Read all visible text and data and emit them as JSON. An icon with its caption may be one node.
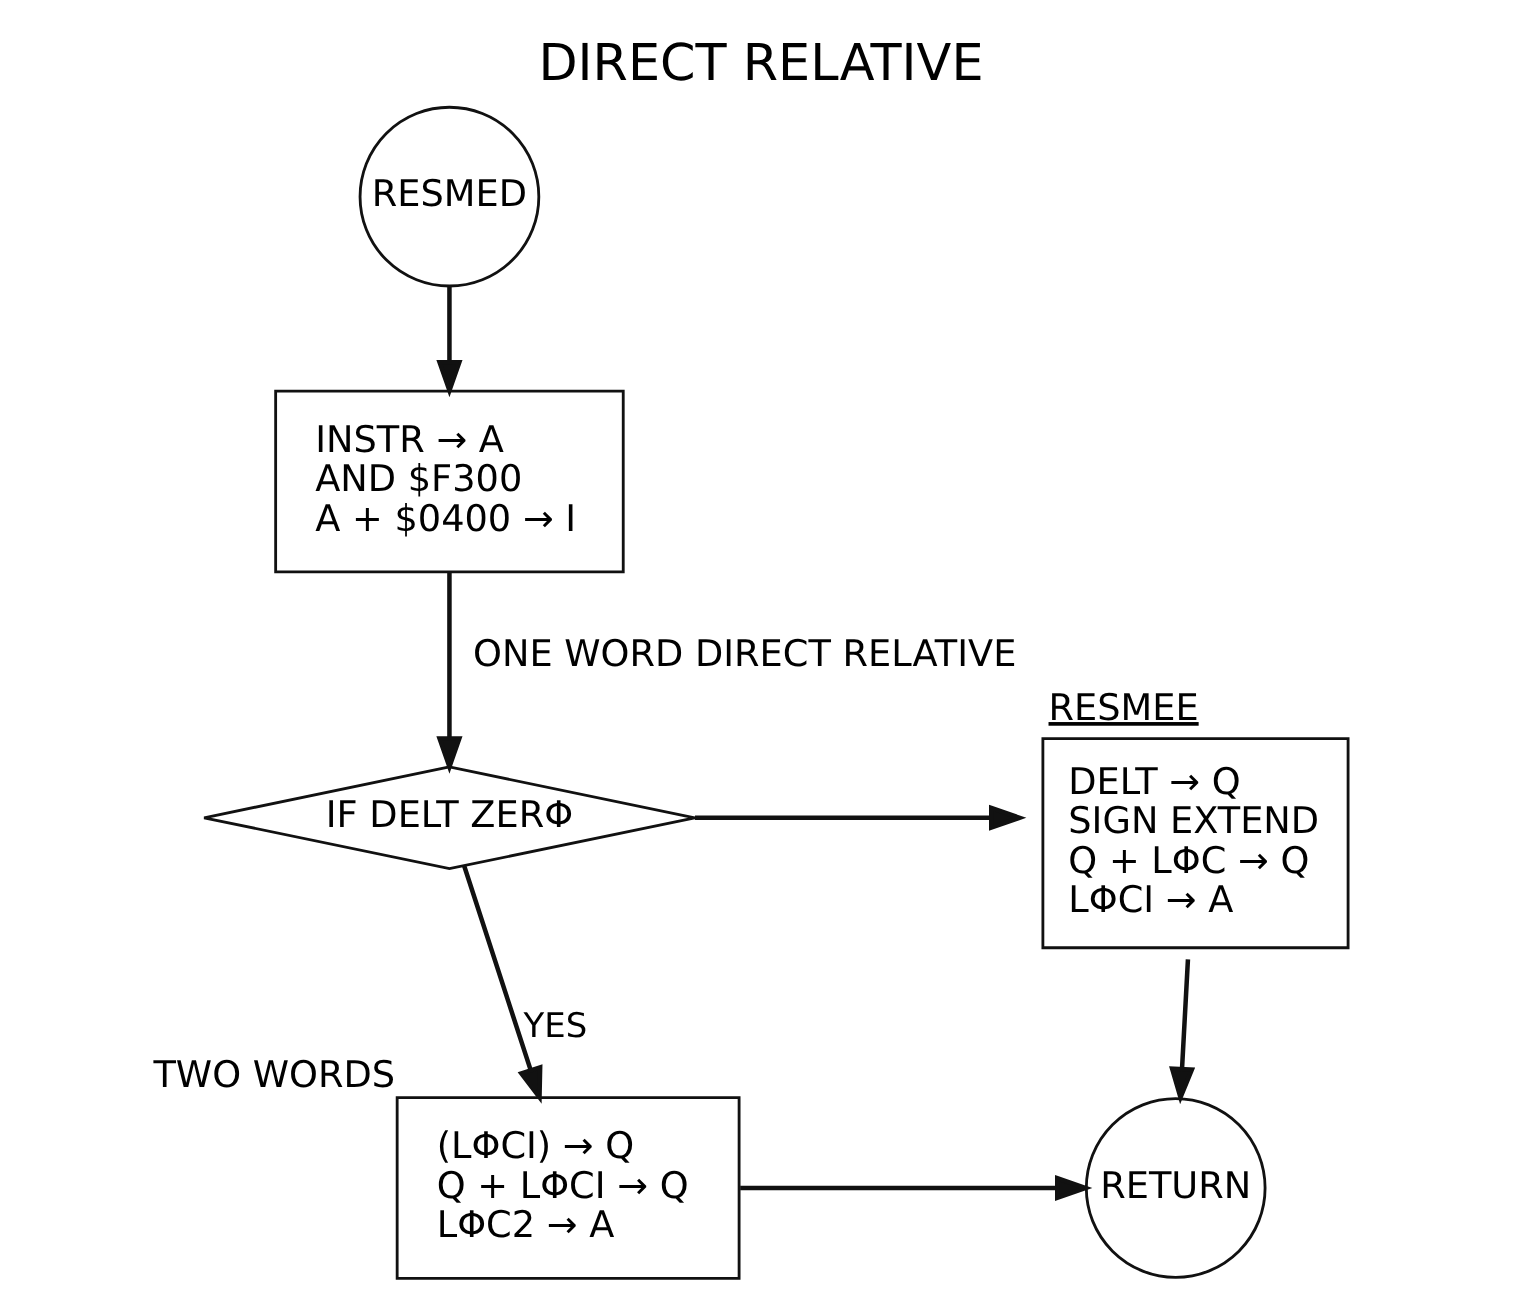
{
  "diagram": {
    "title": "DIRECT RELATIVE",
    "nodes": [
      {
        "text": [
          "RESMED"
        ]
      },
      {
        "text": [
          "INSTR → A",
          "AND $F300",
          "A + $0400 → I"
        ]
      },
      {
        "text": [
          "IF DELT ZERΦ"
        ]
      },
      {
        "text": [
          "RESMEE",
          "DELT → Q",
          "SIGN EXTEND",
          "Q + LΦC → Q",
          "LΦCI → A"
        ],
        "beside": [
          "ONE WORD DIRECT RELATIVE"
        ]
      },
      {
        "text": [
          "(LΦCI) → Q",
          "Q + LΦCI → Q",
          "LΦC2 → A"
        ],
        "beside": [
          "TWO WORDS"
        ]
      },
      {
        "text": [
          "RETURN"
        ]
      }
    ],
    "edges": [
      {
        "from": 0,
        "to": 1,
        "arrow": "to"
      },
      {
        "from": 1,
        "to": 2,
        "arrow": "to"
      },
      {
        "from": 2,
        "to": 3,
        "arrow": "to"
      },
      {
        "from": 2,
        "to": 4,
        "arrow": "to",
        "label": "YES"
      },
      {
        "from": 3,
        "to": 5,
        "arrow": "to"
      },
      {
        "from": 4,
        "to": 5,
        "arrow": "to"
      }
    ]
  }
}
